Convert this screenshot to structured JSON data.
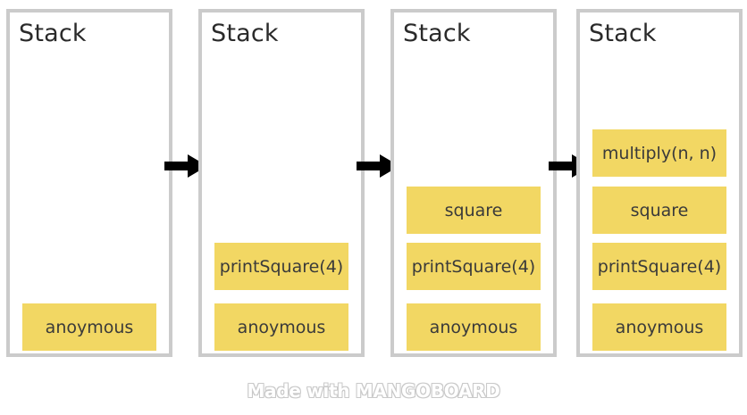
{
  "stacks": [
    {
      "title": "Stack",
      "frames": [
        "anoymous"
      ]
    },
    {
      "title": "Stack",
      "frames": [
        "printSquare(4)",
        "anoymous"
      ]
    },
    {
      "title": "Stack",
      "frames": [
        "square",
        "printSquare(4)",
        "anoymous"
      ]
    },
    {
      "title": "Stack",
      "frames": [
        "multiply(n, n)",
        "square",
        "printSquare(4)",
        "anoymous"
      ]
    }
  ],
  "watermark": "Made with MANGOBOARD",
  "colors": {
    "frame_fill": "#f2d763",
    "stack_border": "#cbcbcb",
    "arrow": "#000000"
  }
}
